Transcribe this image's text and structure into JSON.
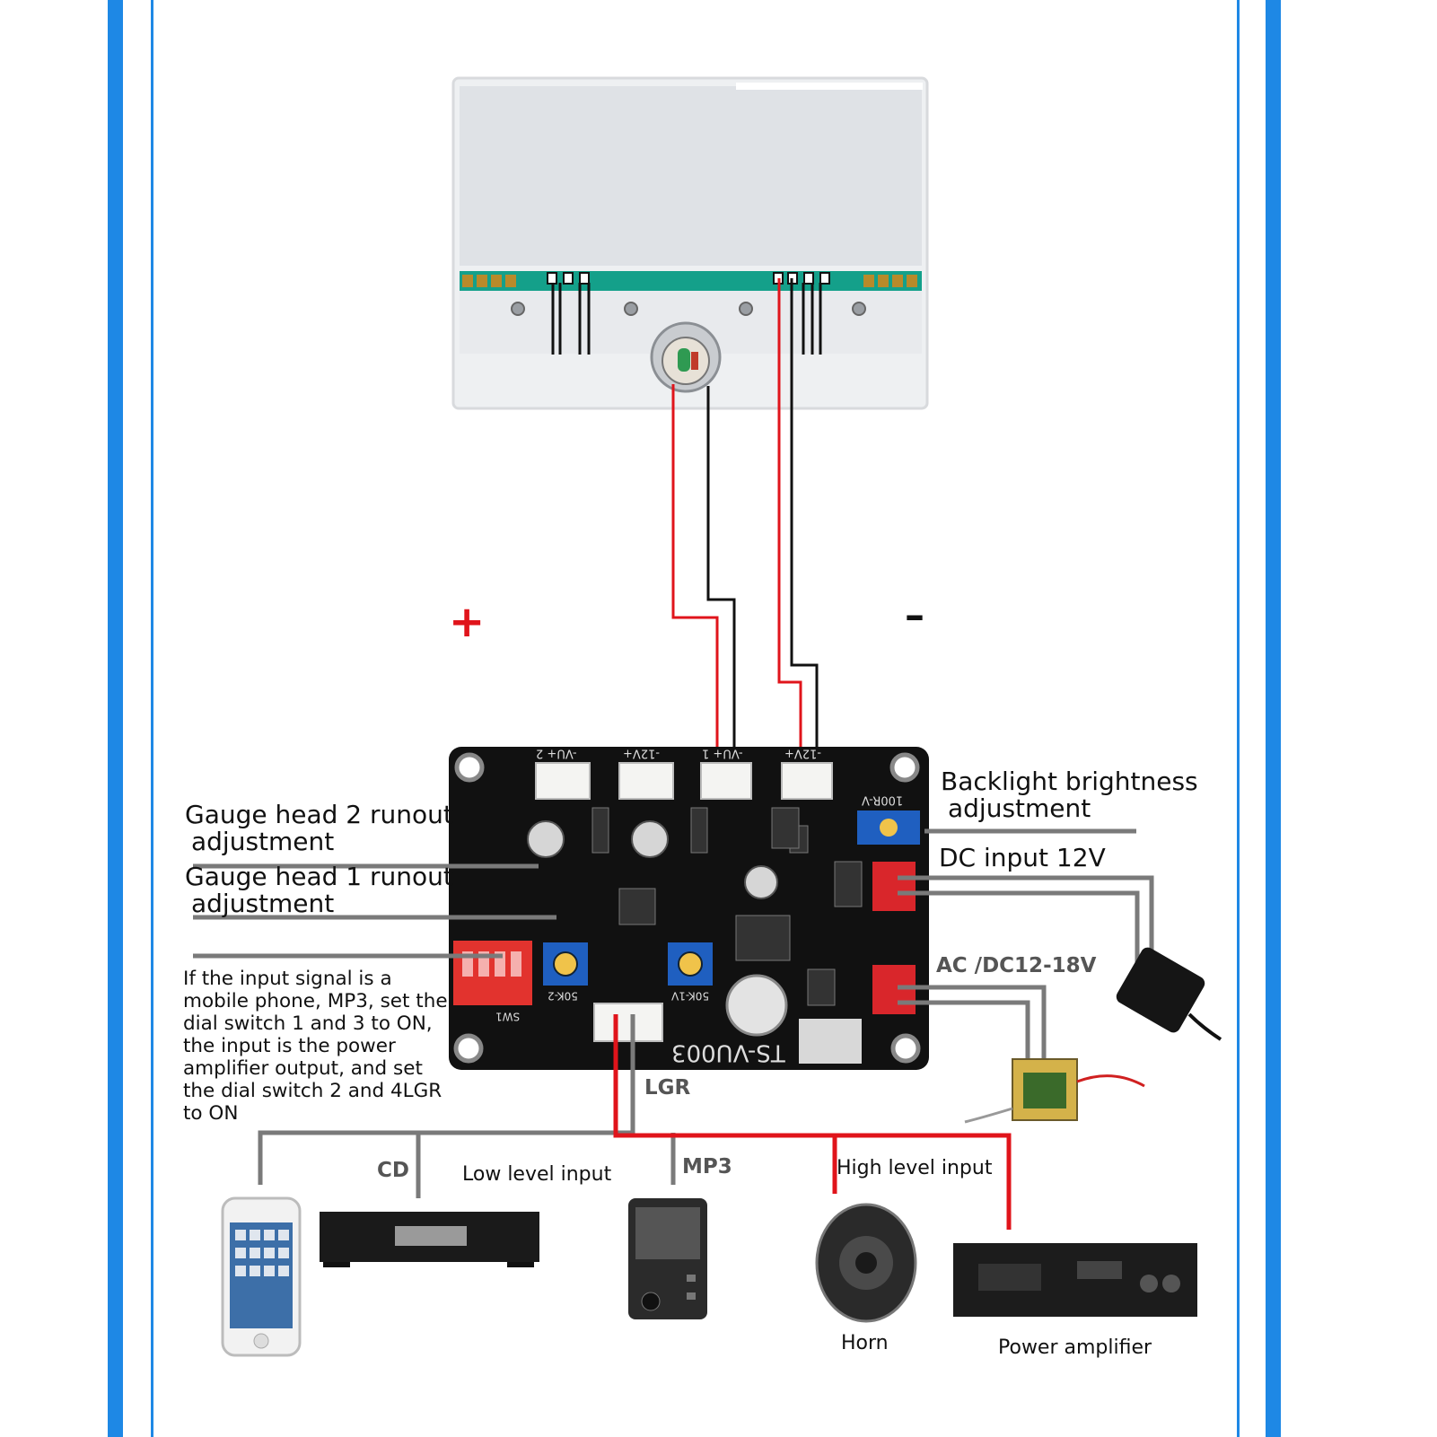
{
  "frame": {
    "border_color": "#1e88e5"
  },
  "signs": {
    "plus": "+",
    "minus": "–"
  },
  "board": {
    "model_text": "TS-VU003",
    "connector_labels": [
      "-VU+ 2",
      "-12V+",
      "-VU+ 1",
      "-12V+"
    ],
    "backlight_pot_label": "100R-V",
    "pot_left_label": "50K-2",
    "pot_right_label": "50K-1V",
    "switch_label": "SW1"
  },
  "labels": {
    "backlight": [
      "Backlight brightness",
      "adjustment"
    ],
    "dc_input": "DC input 12V",
    "gauge2": [
      "Gauge head 2 runout",
      "adjustment"
    ],
    "gauge1": [
      "Gauge head 1 runout",
      "adjustment"
    ],
    "ac_dc": "AC /DC12-18V",
    "dial_note": "If the input signal is a mobile phone, MP3, set the dial switch 1 and 3 to ON, the input is the power amplifier output, and set the dial switch 2 and 4LGR to ON",
    "lgr": "LGR",
    "cd": "CD",
    "mp3": "MP3",
    "low_level": "Low level input",
    "high_level": "High level input",
    "horn": "Horn",
    "power_amp": "Power amplifier"
  },
  "colors": {
    "red_wire": "#e0141b",
    "black_wire": "#111111",
    "gray_line": "#7a7a7a",
    "pcb": "#111111",
    "connector_red": "#d9262b",
    "pot_blue": "#1f5fc0"
  }
}
